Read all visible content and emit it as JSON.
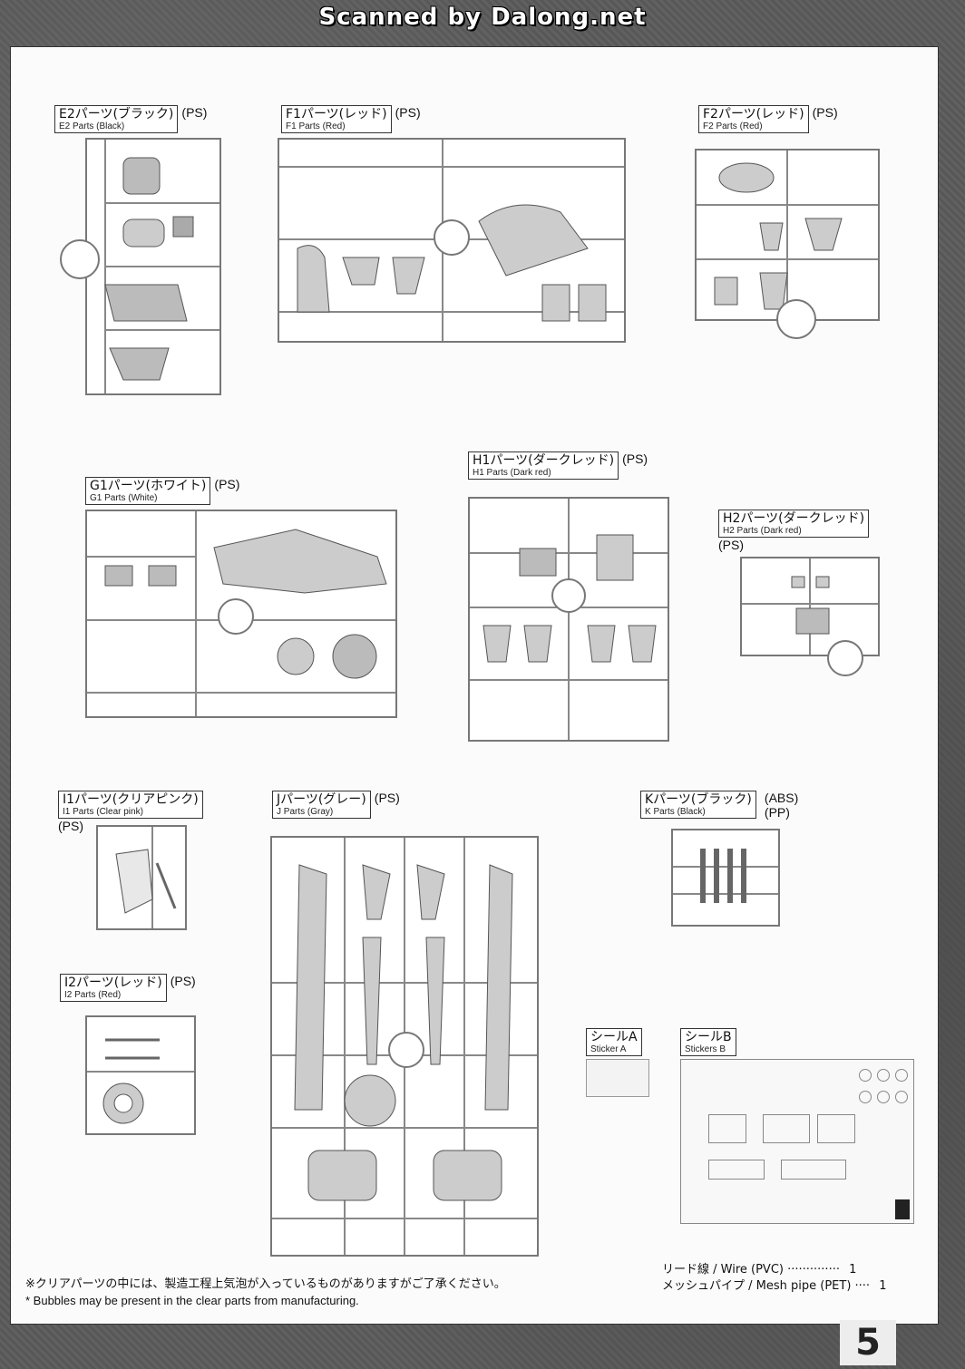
{
  "banner": "Scanned by Dalong.net",
  "page_number": "5",
  "parts": {
    "e2": {
      "jp": "E2パーツ(ブラック)",
      "en": "E2 Parts (Black)",
      "mat": "(PS)"
    },
    "f1": {
      "jp": "F1パーツ(レッド)",
      "en": "F1 Parts (Red)",
      "mat": "(PS)"
    },
    "f2": {
      "jp": "F2パーツ(レッド)",
      "en": "F2 Parts (Red)",
      "mat": "(PS)"
    },
    "g1": {
      "jp": "G1パーツ(ホワイト)",
      "en": "G1 Parts (White)",
      "mat": "(PS)"
    },
    "h1": {
      "jp": "H1パーツ(ダークレッド)",
      "en": "H1 Parts (Dark red)",
      "mat": "(PS)"
    },
    "h2": {
      "jp": "H2パーツ(ダークレッド)",
      "en": "H2 Parts (Dark red)",
      "mat": "(PS)"
    },
    "i1": {
      "jp": "I1パーツ(クリアピンク)",
      "en": "I1 Parts (Clear pink)",
      "mat": "(PS)"
    },
    "i2": {
      "jp": "I2パーツ(レッド)",
      "en": "I2 Parts (Red)",
      "mat": "(PS)"
    },
    "j": {
      "jp": "Jパーツ(グレー)",
      "en": "J Parts (Gray)",
      "mat": "(PS)"
    },
    "k": {
      "jp": "Kパーツ(ブラック)",
      "en": "K Parts (Black)",
      "mat1": "(ABS)",
      "mat2": "(PP)"
    }
  },
  "stickers": {
    "a": {
      "jp": "シールA",
      "en": "Sticker A"
    },
    "b": {
      "jp": "シールB",
      "en": "Stickers B"
    }
  },
  "notes": {
    "jp": "※クリアパーツの中には、製造工程上気泡が入っているものがありますがご了承ください。",
    "en": "* Bubbles may be present in the clear parts from manufacturing."
  },
  "extras": [
    {
      "label": "リード線 / Wire (PVC)",
      "dots": "··············",
      "qty": "1"
    },
    {
      "label": "メッシュパイプ / Mesh pipe (PET)",
      "dots": "····",
      "qty": "1"
    }
  ]
}
